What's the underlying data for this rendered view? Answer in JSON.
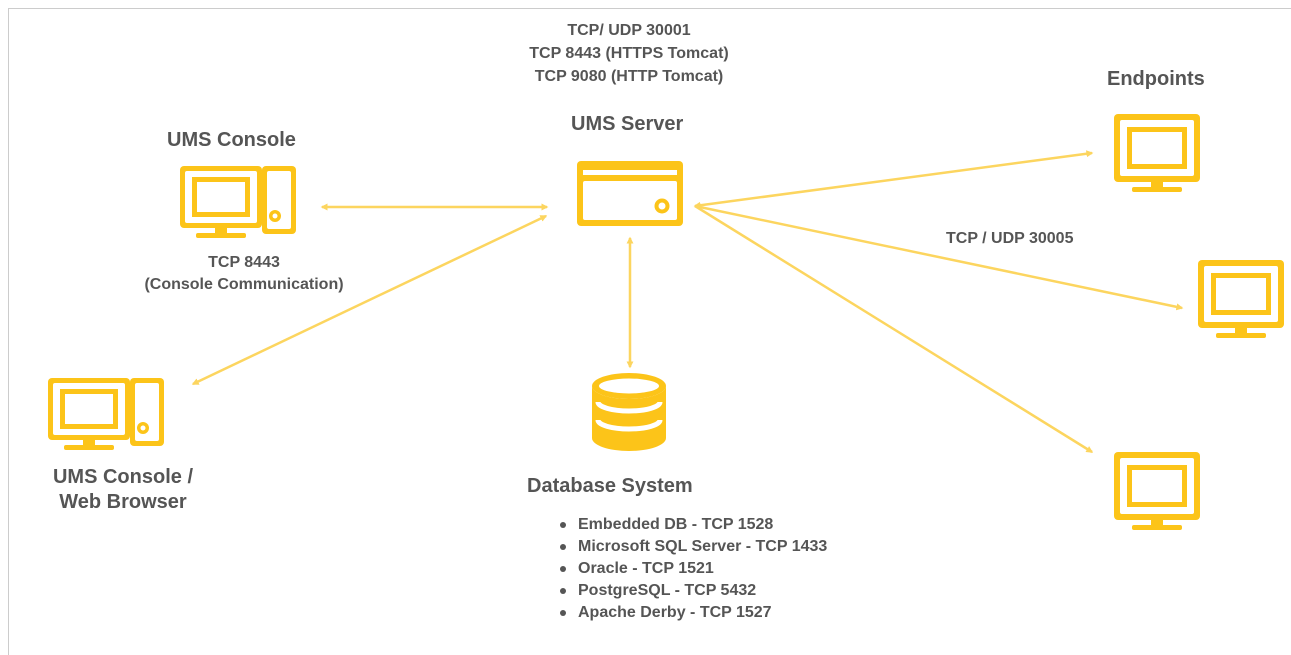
{
  "colors": {
    "icon": "#fcc419",
    "connector": "#fcd55f",
    "text": "#555555"
  },
  "server_ports": {
    "line1": "TCP/ UDP 30001",
    "line2": "TCP 8443 (HTTPS Tomcat)",
    "line3": "TCP 9080 (HTTP Tomcat)"
  },
  "nodes": {
    "ums_server": {
      "label": "UMS Server",
      "icon": "server-icon"
    },
    "ums_console": {
      "label": "UMS Console",
      "icon": "desktop-computer-icon"
    },
    "console_port": {
      "line1": "TCP 8443",
      "line2": "(Console Communication)"
    },
    "web_browser": {
      "line1": "UMS Console /",
      "line2": "Web Browser",
      "icon": "desktop-computer-icon"
    },
    "endpoints": {
      "label": "Endpoints",
      "icon": "monitor-icon"
    },
    "endpoint_port": "TCP / UDP 30005",
    "database": {
      "label": "Database System",
      "icon": "database-icon"
    }
  },
  "database_options": [
    "Embedded DB - TCP 1528",
    "Microsoft SQL Server - TCP 1433",
    "Oracle - TCP 1521",
    "PostgreSQL - TCP 5432",
    "Apache Derby - TCP 1527"
  ]
}
